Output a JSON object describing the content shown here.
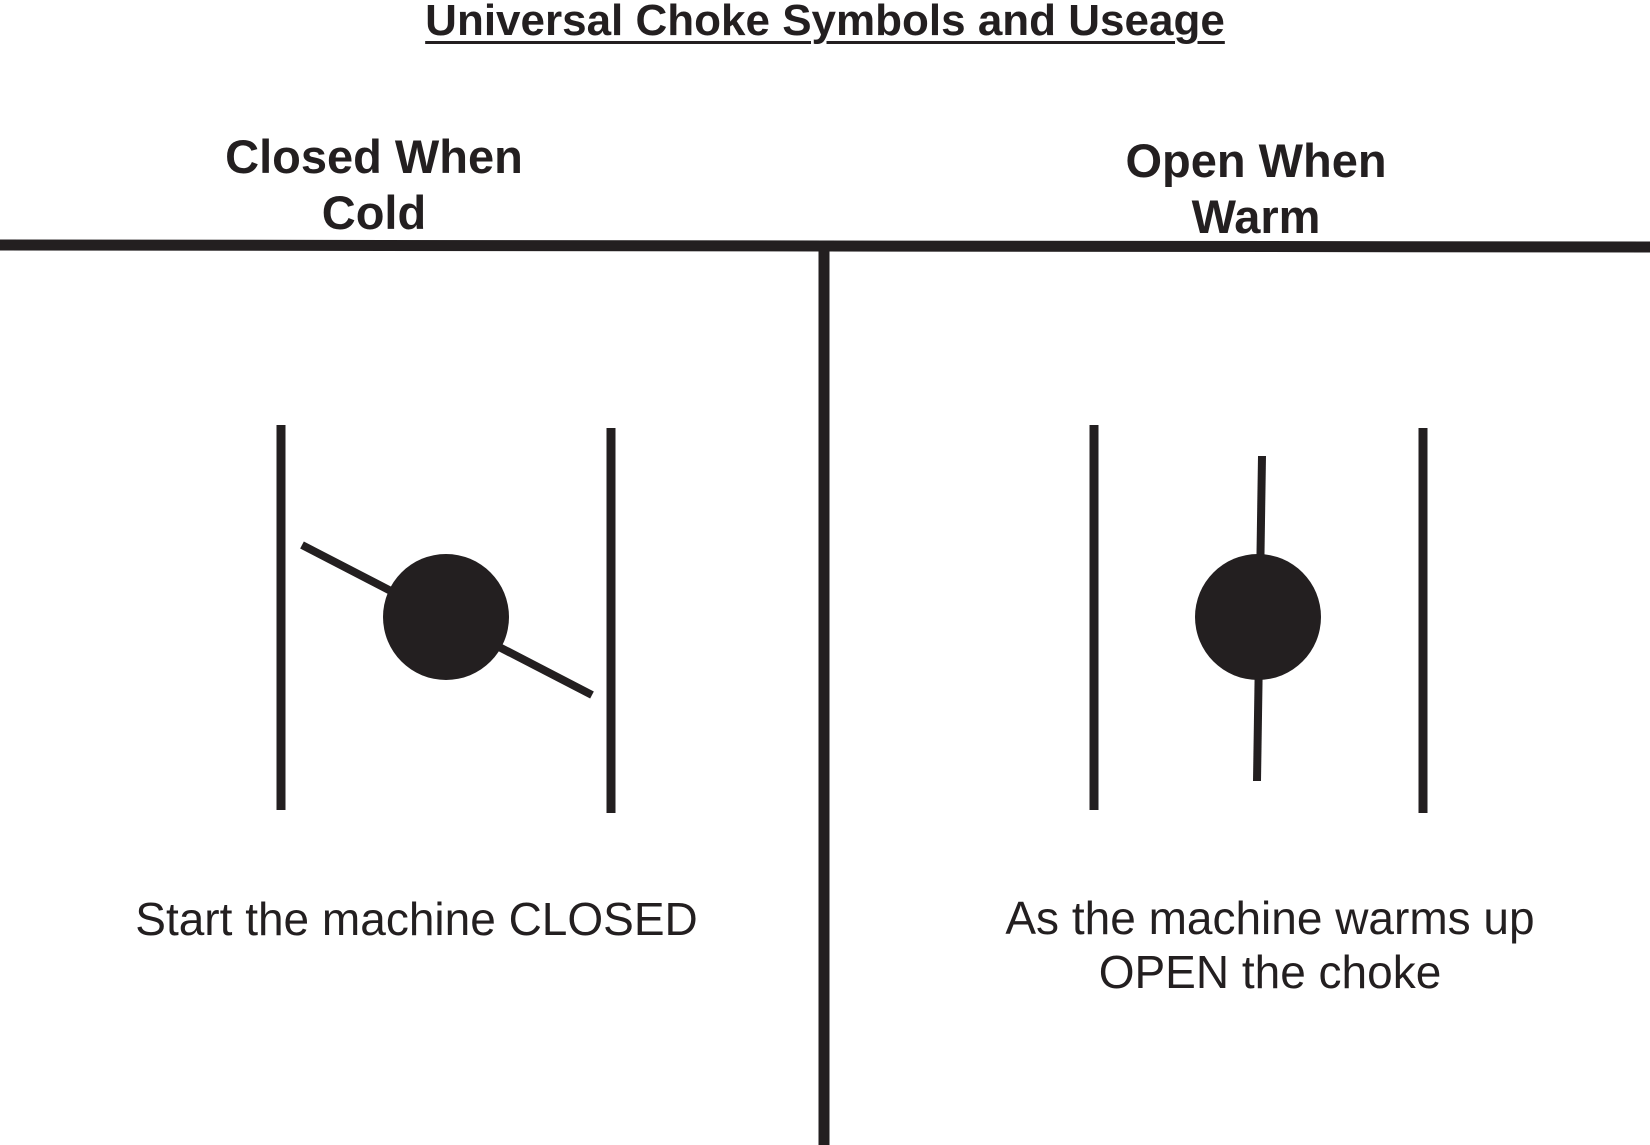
{
  "title": "Universal Choke Symbols and Useage",
  "columns": {
    "left": {
      "heading_line1": "Closed When",
      "heading_line2": "Cold",
      "symbol": "choke-closed-symbol",
      "description_line1": "Start the machine CLOSED"
    },
    "right": {
      "heading_line1": "Open When",
      "heading_line2": "Warm",
      "symbol": "choke-open-symbol",
      "description_line1": "As the machine warms up",
      "description_line2": "OPEN the choke"
    }
  },
  "colors": {
    "ink": "#231f20",
    "background": "#ffffff"
  }
}
